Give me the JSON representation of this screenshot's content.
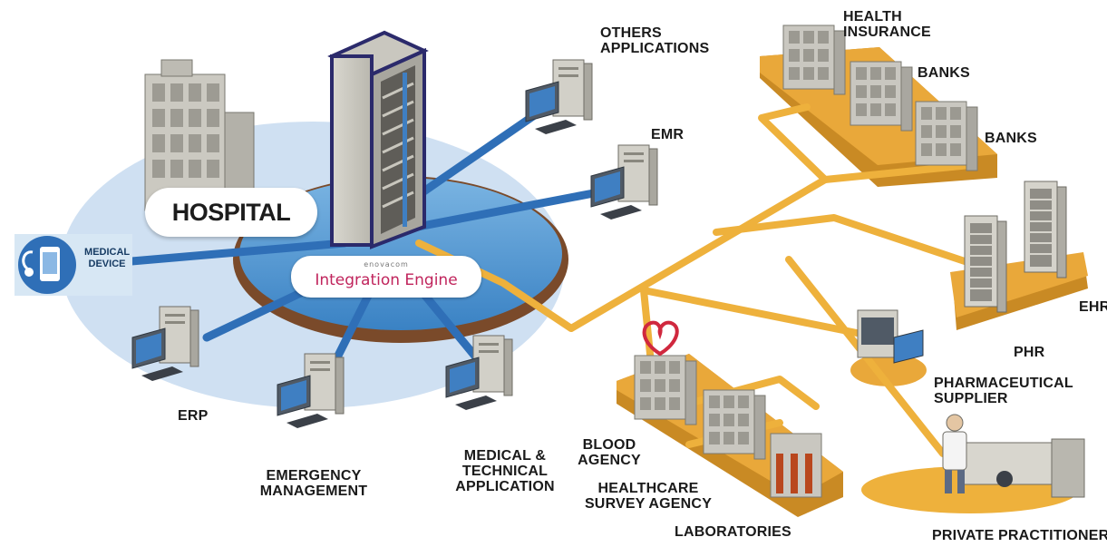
{
  "hub": {
    "name": "HOSPITAL",
    "engine_brand": "enovacom",
    "engine_name": "Integration Engine"
  },
  "nodes": {
    "medical_device": [
      "MEDICAL",
      "DEVICE"
    ],
    "others_applications": [
      "OTHERS",
      "APPLICATIONS"
    ],
    "emr": [
      "EMR"
    ],
    "erp": [
      "ERP"
    ],
    "emergency_management": [
      "EMERGENCY",
      "MANAGEMENT"
    ],
    "medical_technical": [
      "MEDICAL &",
      "TECHNICAL",
      "APPLICATION"
    ],
    "health_insurance": [
      "HEALTH",
      "INSURANCE"
    ],
    "banks_1": [
      "BANKS"
    ],
    "banks_2": [
      "BANKS"
    ],
    "ehr": [
      "EHR"
    ],
    "phr": [
      "PHR"
    ],
    "pharmaceutical_supplier": [
      "PHARMACEUTICAL",
      "SUPPLIER"
    ],
    "blood_agency": [
      "BLOOD",
      "AGENCY"
    ],
    "healthcare_survey_agency": [
      "HEALTHCARE",
      "SURVEY AGENCY"
    ],
    "laboratories": [
      "LABORATORIES"
    ],
    "private_practitioner": [
      "PRIVATE PRACTITIONER"
    ]
  },
  "colors": {
    "hub_halo": "#cfe0f2",
    "hub_disk": "#4d97d3",
    "hub_rim": "#7a4a2a",
    "internal_link": "#2f6fb7",
    "external_link": "#eeb13c",
    "platform": "#e9a83a",
    "server_frame": "#2b2a6b",
    "engine_text": "#c0245c"
  }
}
